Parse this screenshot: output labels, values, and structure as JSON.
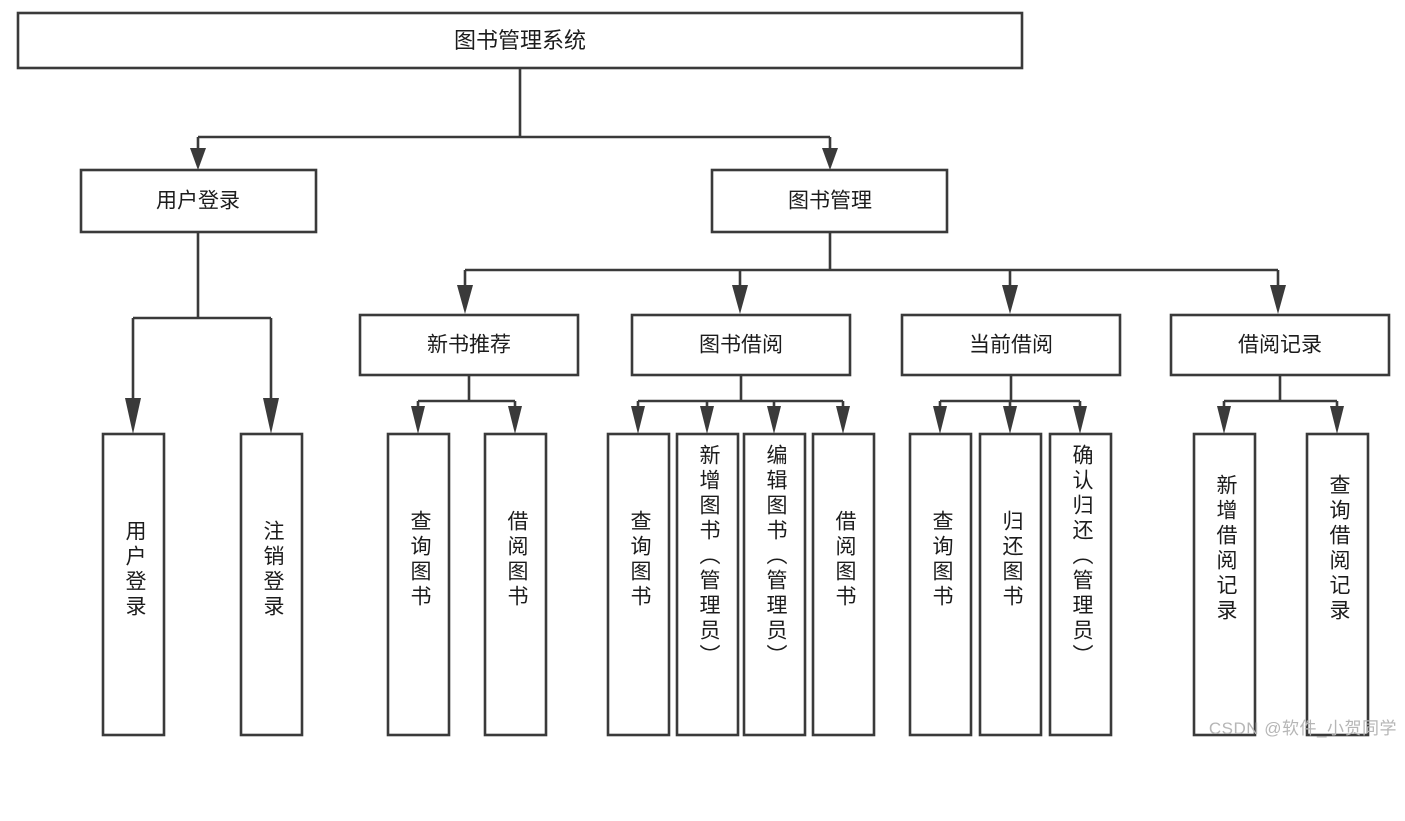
{
  "diagram": {
    "type": "tree",
    "title_node": {
      "id": "root",
      "label": "图书管理系统"
    },
    "level2": [
      {
        "id": "user-login",
        "label": "用户登录"
      },
      {
        "id": "book-manage",
        "label": "图书管理"
      }
    ],
    "level3": [
      {
        "id": "new-book-rec",
        "label": "新书推荐",
        "parent": "book-manage"
      },
      {
        "id": "book-borrow",
        "label": "图书借阅",
        "parent": "book-manage"
      },
      {
        "id": "current-borrow",
        "label": "当前借阅",
        "parent": "book-manage"
      },
      {
        "id": "borrow-record",
        "label": "借阅记录",
        "parent": "book-manage"
      }
    ],
    "leaves": {
      "user-login": [
        {
          "id": "leaf-user-login",
          "label": "用户登录"
        },
        {
          "id": "leaf-user-logout",
          "label": "注销登录"
        }
      ],
      "new-book-rec": [
        {
          "id": "leaf-query-book-1",
          "label": "查询图书"
        },
        {
          "id": "leaf-borrow-book-1",
          "label": "借阅图书"
        }
      ],
      "book-borrow": [
        {
          "id": "leaf-query-book-2",
          "label": "查询图书"
        },
        {
          "id": "leaf-add-book",
          "label": "新增图书（管理员）"
        },
        {
          "id": "leaf-edit-book",
          "label": "编辑图书（管理员）"
        },
        {
          "id": "leaf-borrow-book-2",
          "label": "借阅图书"
        }
      ],
      "current-borrow": [
        {
          "id": "leaf-query-book-3",
          "label": "查询图书"
        },
        {
          "id": "leaf-return-book",
          "label": "归还图书"
        },
        {
          "id": "leaf-confirm-return",
          "label": "确认归还（管理员）"
        }
      ],
      "borrow-record": [
        {
          "id": "leaf-add-record",
          "label": "新增借阅记录"
        },
        {
          "id": "leaf-query-record",
          "label": "查询借阅记录"
        }
      ]
    }
  },
  "colors": {
    "stroke": "#3a3a3a",
    "box_fill": "#ffffff",
    "text": "#1c1c1c",
    "watermark": "#b6b6b6",
    "background": "#ffffff"
  },
  "watermark": {
    "text": "CSDN @软件_小贺同学"
  }
}
